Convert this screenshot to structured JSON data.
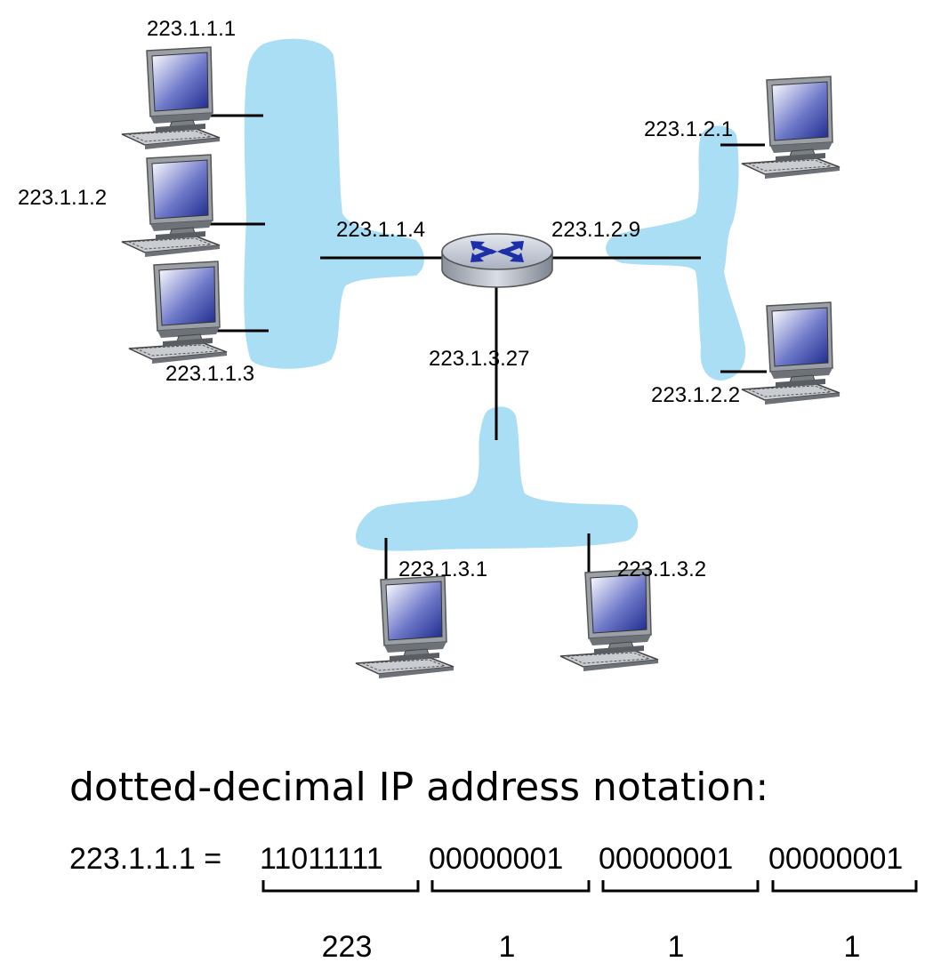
{
  "network": {
    "hosts": [
      "223.1.1.1",
      "223.1.1.2",
      "223.1.1.3",
      "223.1.2.1",
      "223.1.2.2",
      "223.1.3.1",
      "223.1.3.2"
    ],
    "router_interfaces": [
      "223.1.1.4",
      "223.1.2.9",
      "223.1.3.27"
    ],
    "colors": {
      "subnet": "#a9def5",
      "router_body": "#b9bfcc",
      "router_arrows": "#1d2fa8"
    },
    "icons": {
      "host": "desktop-computer-icon",
      "router": "router-icon"
    }
  },
  "notation": {
    "heading": "dotted-decimal IP address notation:",
    "address": "223.1.1.1 =",
    "binary": [
      "11011111",
      "00000001",
      "00000001",
      "00000001"
    ],
    "decimal": [
      "223",
      "1",
      "1",
      "1"
    ]
  }
}
